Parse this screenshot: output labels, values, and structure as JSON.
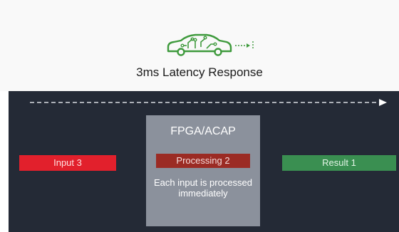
{
  "header": {
    "icon": "car-circuit-icon",
    "title": "3ms Latency Response"
  },
  "pipeline": {
    "arrow_icon": "dashed-arrow-right-icon",
    "input": "Input 3",
    "processor": {
      "label": "FPGA/ACAP",
      "stage": "Processing 2",
      "note": "Each input is processed immediately"
    },
    "result": "Result 1"
  },
  "colors": {
    "panel": "#242a36",
    "input": "#e2202c",
    "processing": "#9b2b24",
    "result": "#3a8f51",
    "processor_box": "#8b919c",
    "icon_green": "#3e9a3c"
  }
}
